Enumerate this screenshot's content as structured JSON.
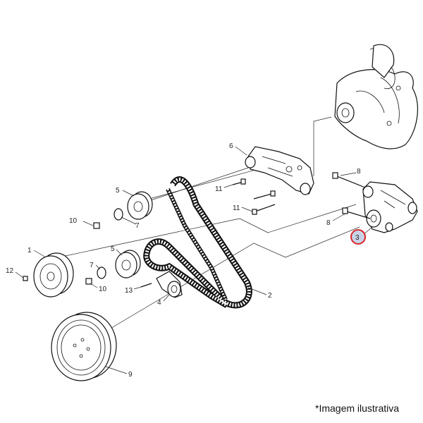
{
  "diagram": {
    "labels": {
      "p1": "1",
      "p2": "2",
      "p3": "3",
      "p4": "4",
      "p5a": "5",
      "p5b": "5",
      "p6": "6",
      "p7a": "7",
      "p7b": "7",
      "p8a": "8",
      "p8b": "8",
      "p9": "9",
      "p10a": "10",
      "p10b": "10",
      "p11a": "11",
      "p11b": "11",
      "p12": "12",
      "p13": "13"
    },
    "highlighted_part": "3",
    "colors": {
      "highlight_ring": "#d9262c",
      "highlight_fill": "#c9d3e6"
    }
  },
  "caption": "*Imagem ilustrativa"
}
